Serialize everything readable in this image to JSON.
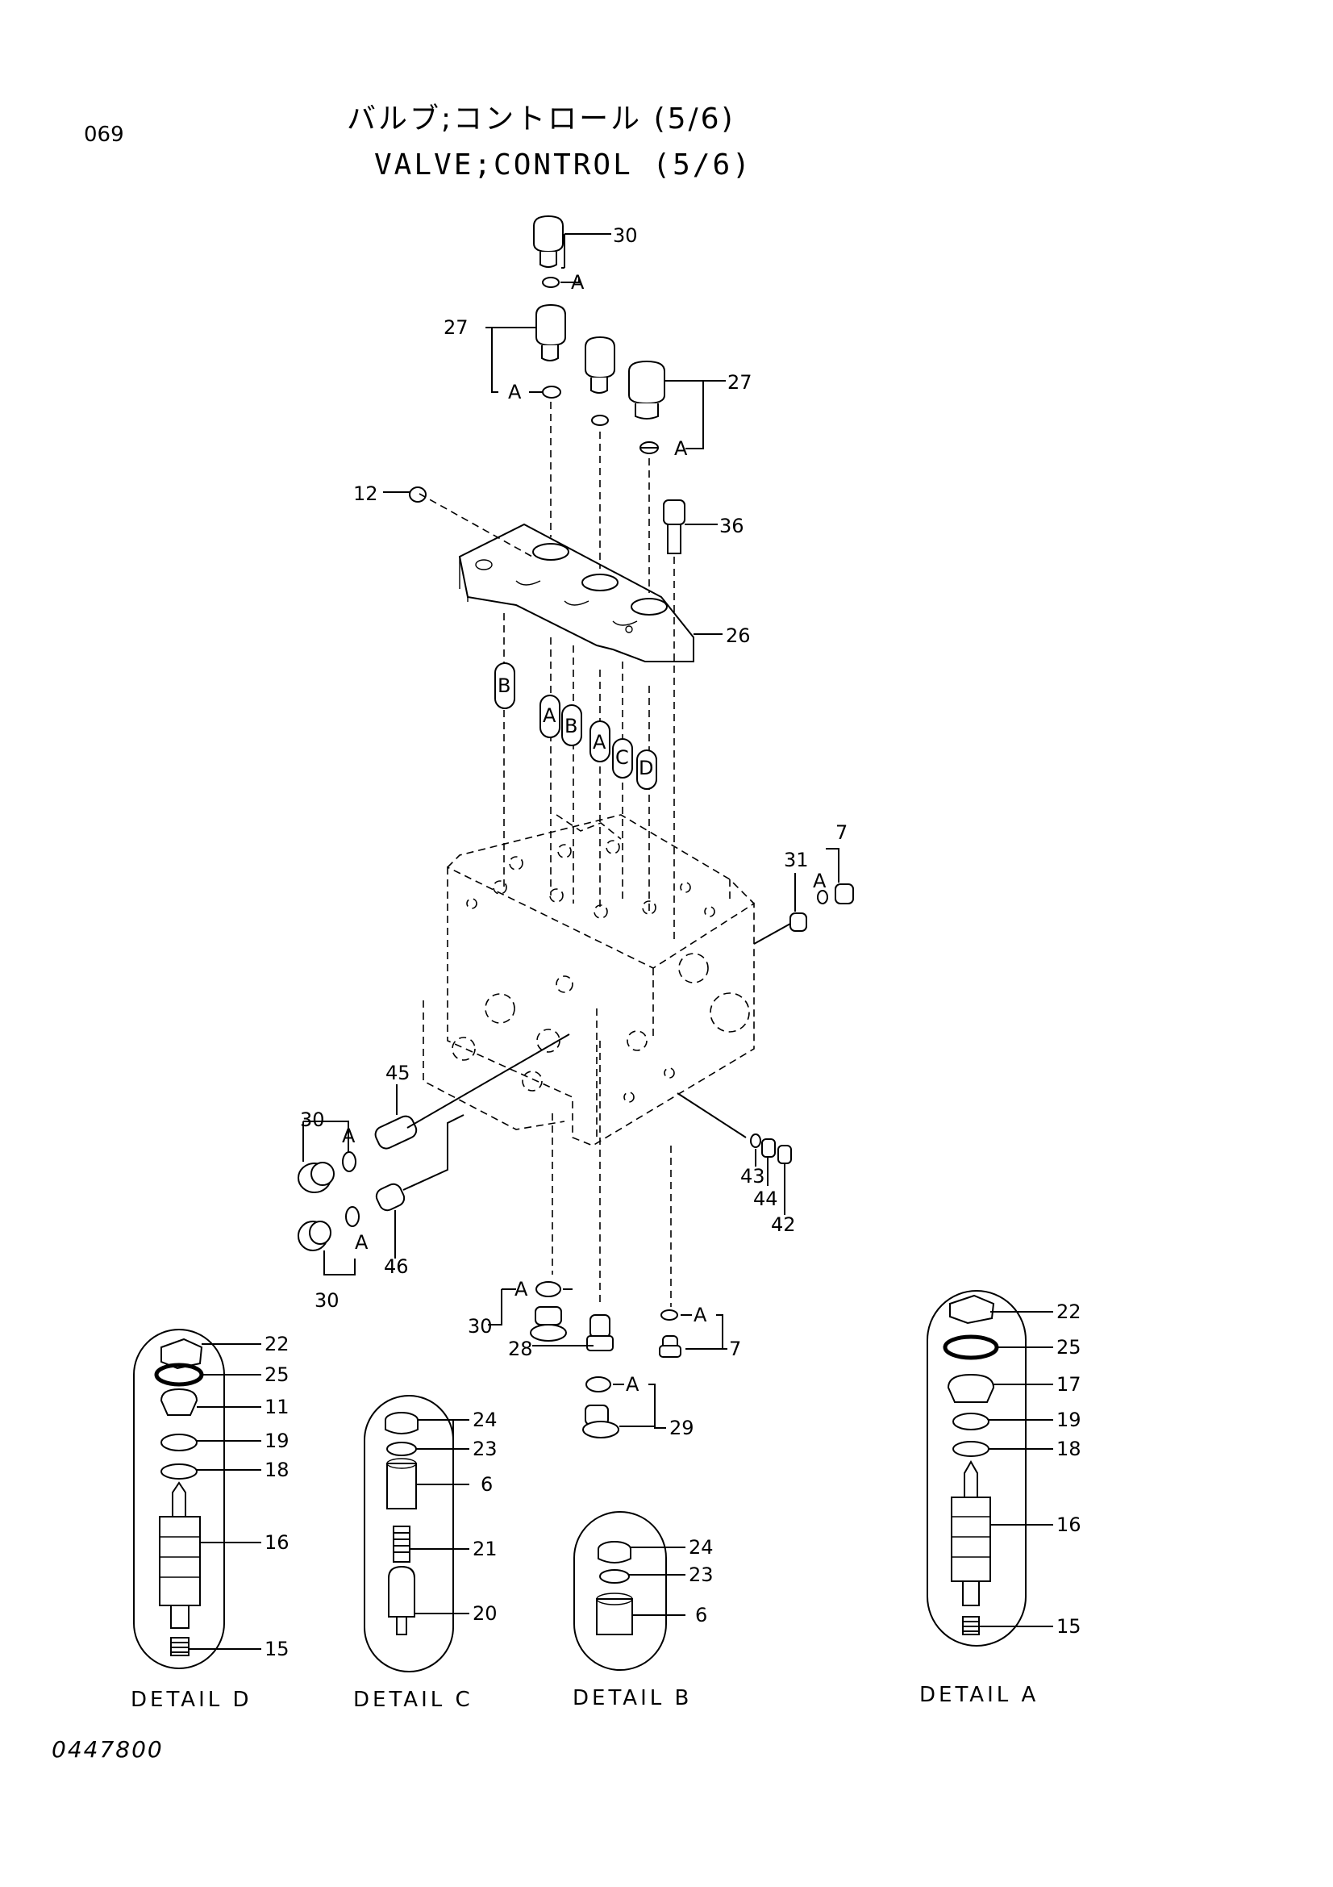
{
  "header": {
    "page_code": "069",
    "title_jp": "バルブ;コントロール (5/6)",
    "title_en": "VALVE;CONTROL (5/6)"
  },
  "footer": {
    "drawing_number": "0447800"
  },
  "details": {
    "d": "DETAIL D",
    "c": "DETAIL C",
    "b": "DETAIL B",
    "a": "DETAIL A"
  },
  "callouts": {
    "p30_top": "30",
    "a_top": "A",
    "p27_left": "27",
    "a_27l": "A",
    "p27_right": "27",
    "a_27r": "A",
    "p12": "12",
    "p36": "36",
    "p26": "26",
    "ref_b1": "B",
    "ref_a1": "A",
    "ref_b2": "B",
    "ref_a2": "A",
    "ref_c": "C",
    "ref_d": "D",
    "p7_top": "7",
    "p31": "31",
    "a_7t": "A",
    "p45": "45",
    "p30_l1": "30",
    "a_l1": "A",
    "a_l2": "A",
    "p30_l2": "30",
    "p46": "46",
    "p43": "43",
    "p44": "44",
    "p42": "42",
    "p30_bot": "30",
    "a_30b": "A",
    "p28": "28",
    "a_7b": "A",
    "p7_bot": "7",
    "a_29": "A",
    "p29": "29",
    "dd22": "22",
    "dd25": "25",
    "dd11": "11",
    "dd19": "19",
    "dd18": "18",
    "dd16": "16",
    "dd15": "15",
    "dc24": "24",
    "dc23": "23",
    "dc6": "6",
    "dc21": "21",
    "dc20": "20",
    "db24": "24",
    "db23": "23",
    "db6": "6",
    "da22": "22",
    "da25": "25",
    "da17": "17",
    "da19": "19",
    "da18": "18",
    "da16": "16",
    "da15": "15"
  }
}
